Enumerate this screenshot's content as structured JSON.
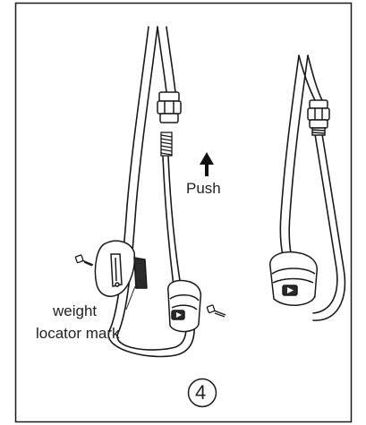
{
  "labels": {
    "push": "Push",
    "weight_line1": "weight",
    "weight_line2": "locator mark",
    "step_number": "4"
  },
  "colors": {
    "line": "#1a1a1a",
    "frame": "#1a1a1a",
    "background": "#ffffff"
  },
  "icons": {
    "arrow": "arrow-up-icon",
    "screw": "screw-icon"
  }
}
